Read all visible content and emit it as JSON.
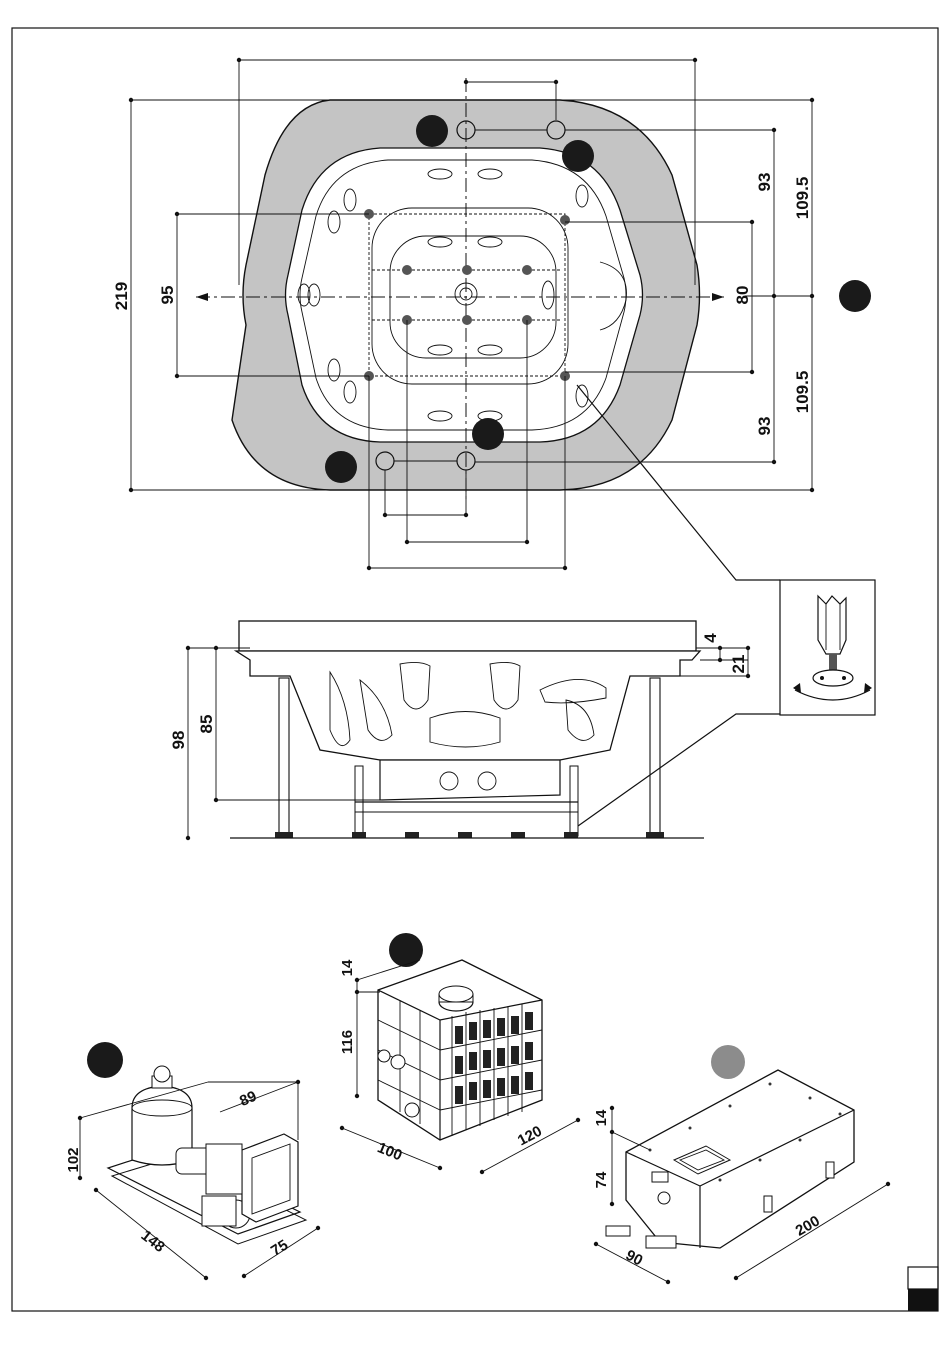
{
  "plan_view": {
    "dimensions": {
      "overall_length": "219",
      "inner_width_left": "95",
      "inner_width_right": "80",
      "right_upper": "93",
      "right_lower": "93",
      "outer_upper": "109.5",
      "outer_lower": "109.5"
    }
  },
  "side_view": {
    "dimensions": {
      "total_height": "98",
      "tub_height": "85",
      "rim_thickness": "4",
      "rim_depth": "21"
    }
  },
  "equipment": {
    "filter_unit": {
      "height": "102",
      "depth": "89",
      "length": "148",
      "width": "75"
    },
    "tank": {
      "top": "14",
      "height": "116",
      "width": "100",
      "depth": "120"
    },
    "balance_tank": {
      "top": "14",
      "height": "74",
      "width": "90",
      "length": "200"
    }
  },
  "callouts": {
    "dark_color": "#1a1a1a",
    "grey_color": "#8c8c8c",
    "rim_color": "#c4c4c4"
  }
}
